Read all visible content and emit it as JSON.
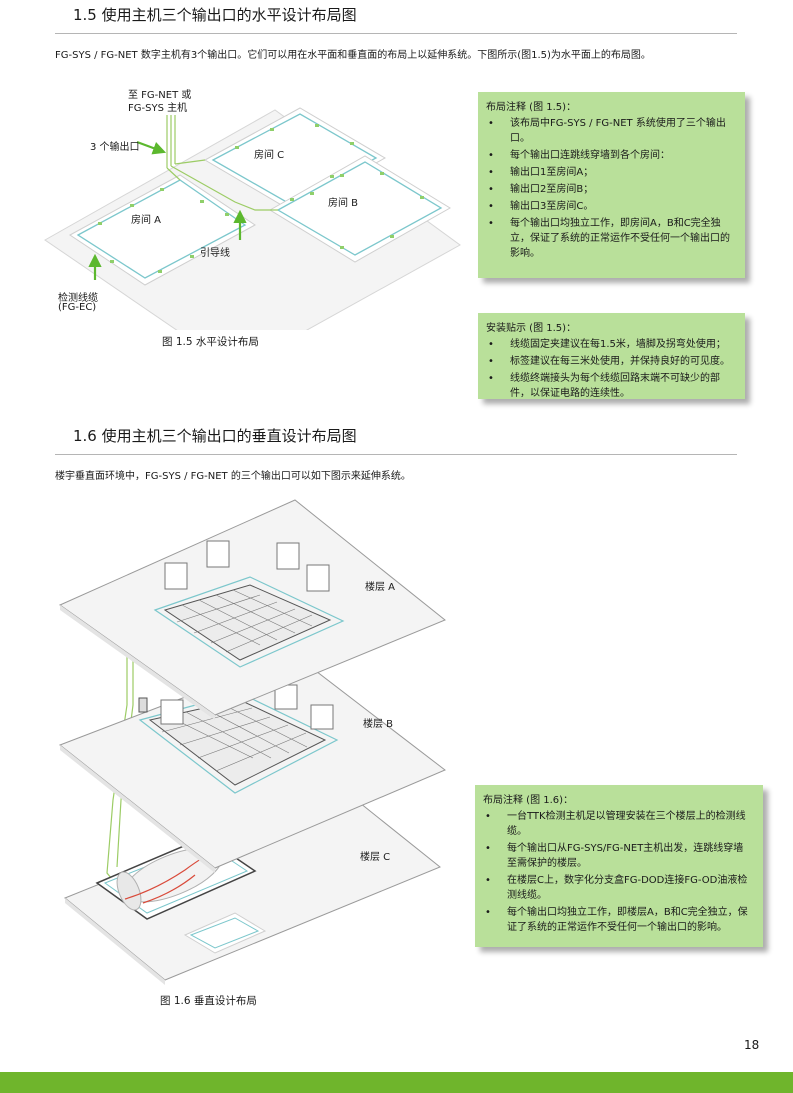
{
  "section_15": {
    "title": "1.5  使用主机三个输出口的水平设计布局图",
    "intro": "FG-SYS / FG-NET 数字主机有3个输出口。它们可以用在水平面和垂直面的布局上以延伸系统。下图所示(图1.5)为水平面上的布局图。",
    "diagram": {
      "label_host_1": "至 FG-NET 或",
      "label_host_2": "FG-SYS 主机",
      "label_outputs": "3 个输出口",
      "label_room_a": "房间 A",
      "label_room_b": "房间 B",
      "label_room_c": "房间 C",
      "label_leader": "引导线",
      "label_cable_1": "检测线缆",
      "label_cable_2": "(FG-EC)"
    },
    "caption": "图 1.5 水平设计布局",
    "layout_notes": {
      "title": "布局注释 (图 1.5)：",
      "items": [
        "该布局中FG-SYS / FG-NET 系统使用了三个输出口。",
        "每个输出口连跳线穿墙到各个房间：",
        "输出口1至房间A；",
        "输出口2至房间B；",
        "输出口3至房间C。",
        "每个输出口均独立工作，即房间A，B和C完全独立，保证了系统的正常运作不受任何一个输出口的影响。"
      ]
    },
    "install_tips": {
      "title": "安装贴示 (图 1.5)：",
      "items": [
        "线缆固定夹建议在每1.5米，墙脚及拐弯处使用；",
        "标签建议在每三米处使用，并保持良好的可见度。",
        "线缆终端接头为每个线缆回路末端不可缺少的部件，以保证电路的连续性。"
      ]
    }
  },
  "section_16": {
    "title": "1.6  使用主机三个输出口的垂直设计布局图",
    "intro": "楼宇垂直面环境中，FG-SYS / FG-NET 的三个输出口可以如下图示来延伸系统。",
    "diagram": {
      "label_floor_a": "楼层 A",
      "label_floor_b": "楼层 B",
      "label_floor_c": "楼层 C"
    },
    "caption": "图 1.6 垂直设计布局",
    "layout_notes": {
      "title": "布局注释 (图 1.6)：",
      "items": [
        "一台TTK检测主机足以管理安装在三个楼层上的检测线缆。",
        "每个输出口从FG-SYS/FG-NET主机出发，连跳线穿墙至需保护的楼层。",
        "在楼层C上，数字化分支盒FG-DOD连接FG-OD油液检测线缆。",
        "每个输出口均独立工作，即楼层A，B和C完全独立，保证了系统的正常运作不受任何一个输出口的影响。"
      ]
    }
  },
  "page_number": "18",
  "colors": {
    "accent_green": "#6fb52c",
    "note_green": "#b9e09a",
    "cable_cyan": "#7cc7cc",
    "leader_green": "#9ccc65",
    "arrow_green": "#5cb82e"
  }
}
